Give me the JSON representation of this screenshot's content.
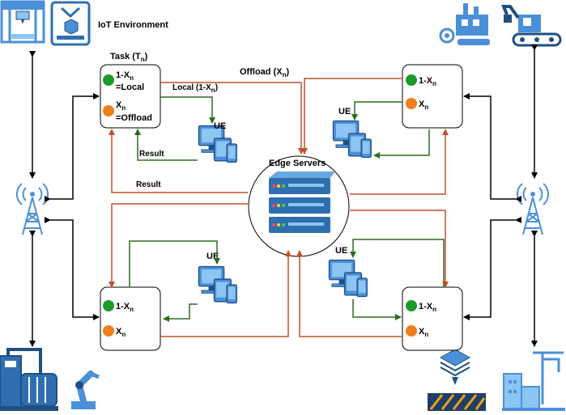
{
  "header": {
    "iot_env": "IoT Environment"
  },
  "task_title": {
    "main": "Task (T",
    "sub": "n",
    "tail": ")"
  },
  "task_box": {
    "local_main": "1-X",
    "local_sub": "n",
    "local_eq": "=Local",
    "offload_main": "X",
    "offload_sub": "n",
    "offload_eq": "=Offload"
  },
  "box_labels": {
    "local_main": "1-X",
    "local_sub": "n",
    "offload_main": "X",
    "offload_sub": "n"
  },
  "edge": {
    "title": "Edge Servers"
  },
  "ue_label": "UE",
  "arrows": {
    "offload_main": "Offload (X",
    "offload_sub": "n",
    "offload_tail": ")",
    "local_main": "Local (1-X",
    "local_sub": "n",
    "local_tail": ")",
    "result": "Result"
  },
  "colors": {
    "offload": "#c0522a",
    "local": "#2e6b1f",
    "green_dot": "#1e9a2a",
    "orange_dot": "#f07d1e",
    "icon_blue": "#4a90d9",
    "server_blue": "#2f6fb0"
  },
  "icons": [
    "3d-printer-icon",
    "3d-printer-icon",
    "factory-robot-icon",
    "excavator-icon",
    "antenna-tower-icon",
    "antenna-tower-icon",
    "pump-motor-icon",
    "robot-arm-icon",
    "layer-printer-icon",
    "city-construction-icon",
    "computer-devices-icon",
    "server-rack-icon"
  ]
}
